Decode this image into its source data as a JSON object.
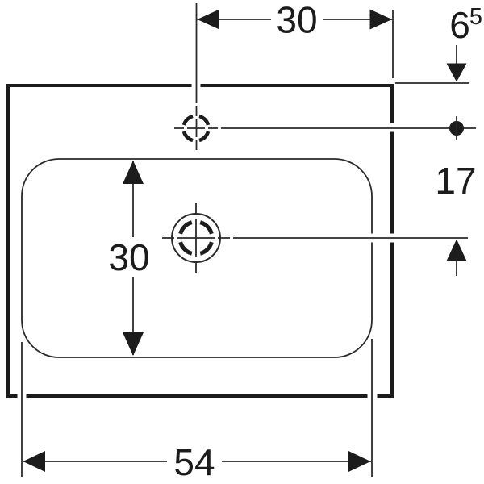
{
  "drawing": {
    "type": "technical-dimension-drawing",
    "subject": "rectangular washbasin top view with tap hole and drain center marks",
    "unit_system": "cm",
    "background_color": "#ffffff",
    "line_color": "#1c1c1c",
    "dims": {
      "tap_hole_from_right_edge": {
        "value": "30"
      },
      "tap_hole_from_back_edge": {
        "value": "6",
        "superscript": "5"
      },
      "tap_hole_to_drain_center": {
        "value": "17"
      },
      "basin_inner_depth": {
        "value": "30"
      },
      "basin_inner_width": {
        "value": "54"
      }
    }
  }
}
